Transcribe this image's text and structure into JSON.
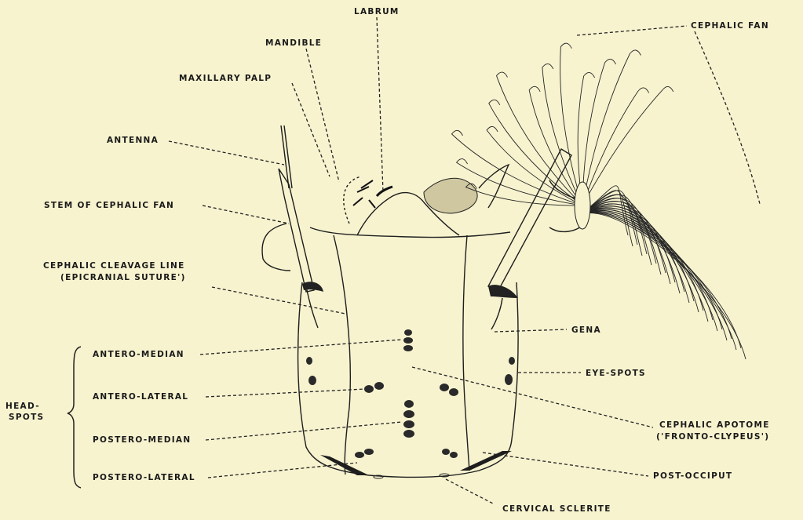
{
  "labels": {
    "labrum": "LABRUM",
    "mandible": "MANDIBLE",
    "maxillary_palp": "MAXILLARY PALP",
    "antenna": "ANTENNA",
    "stem_fan": "STEM OF CEPHALIC FAN",
    "cleavage_line_1": "CEPHALIC CLEAVAGE LINE",
    "cleavage_line_2": "(EPICRANIAL SUTURE')",
    "antero_median": "ANTERO-MEDIAN",
    "antero_lateral": "ANTERO-LATERAL",
    "postero_median": "POSTERO-MEDIAN",
    "postero_lateral": "POSTERO-LATERAL",
    "head_spots_1": "HEAD-",
    "head_spots_2": "SPOTS",
    "cephalic_fan": "CEPHALIC FAN",
    "gena": "GENA",
    "eye_spots": "EYE-SPOTS",
    "apotome_1": "CEPHALIC APOTOME",
    "apotome_2": "('FRONTO-CLYPEUS')",
    "post_occiput": "POST-OCCIPUT",
    "cervical_sclerite": "CERVICAL SCLERITE"
  },
  "colors": {
    "background": "#f7f3cf",
    "ink": "#1e1e1e"
  }
}
